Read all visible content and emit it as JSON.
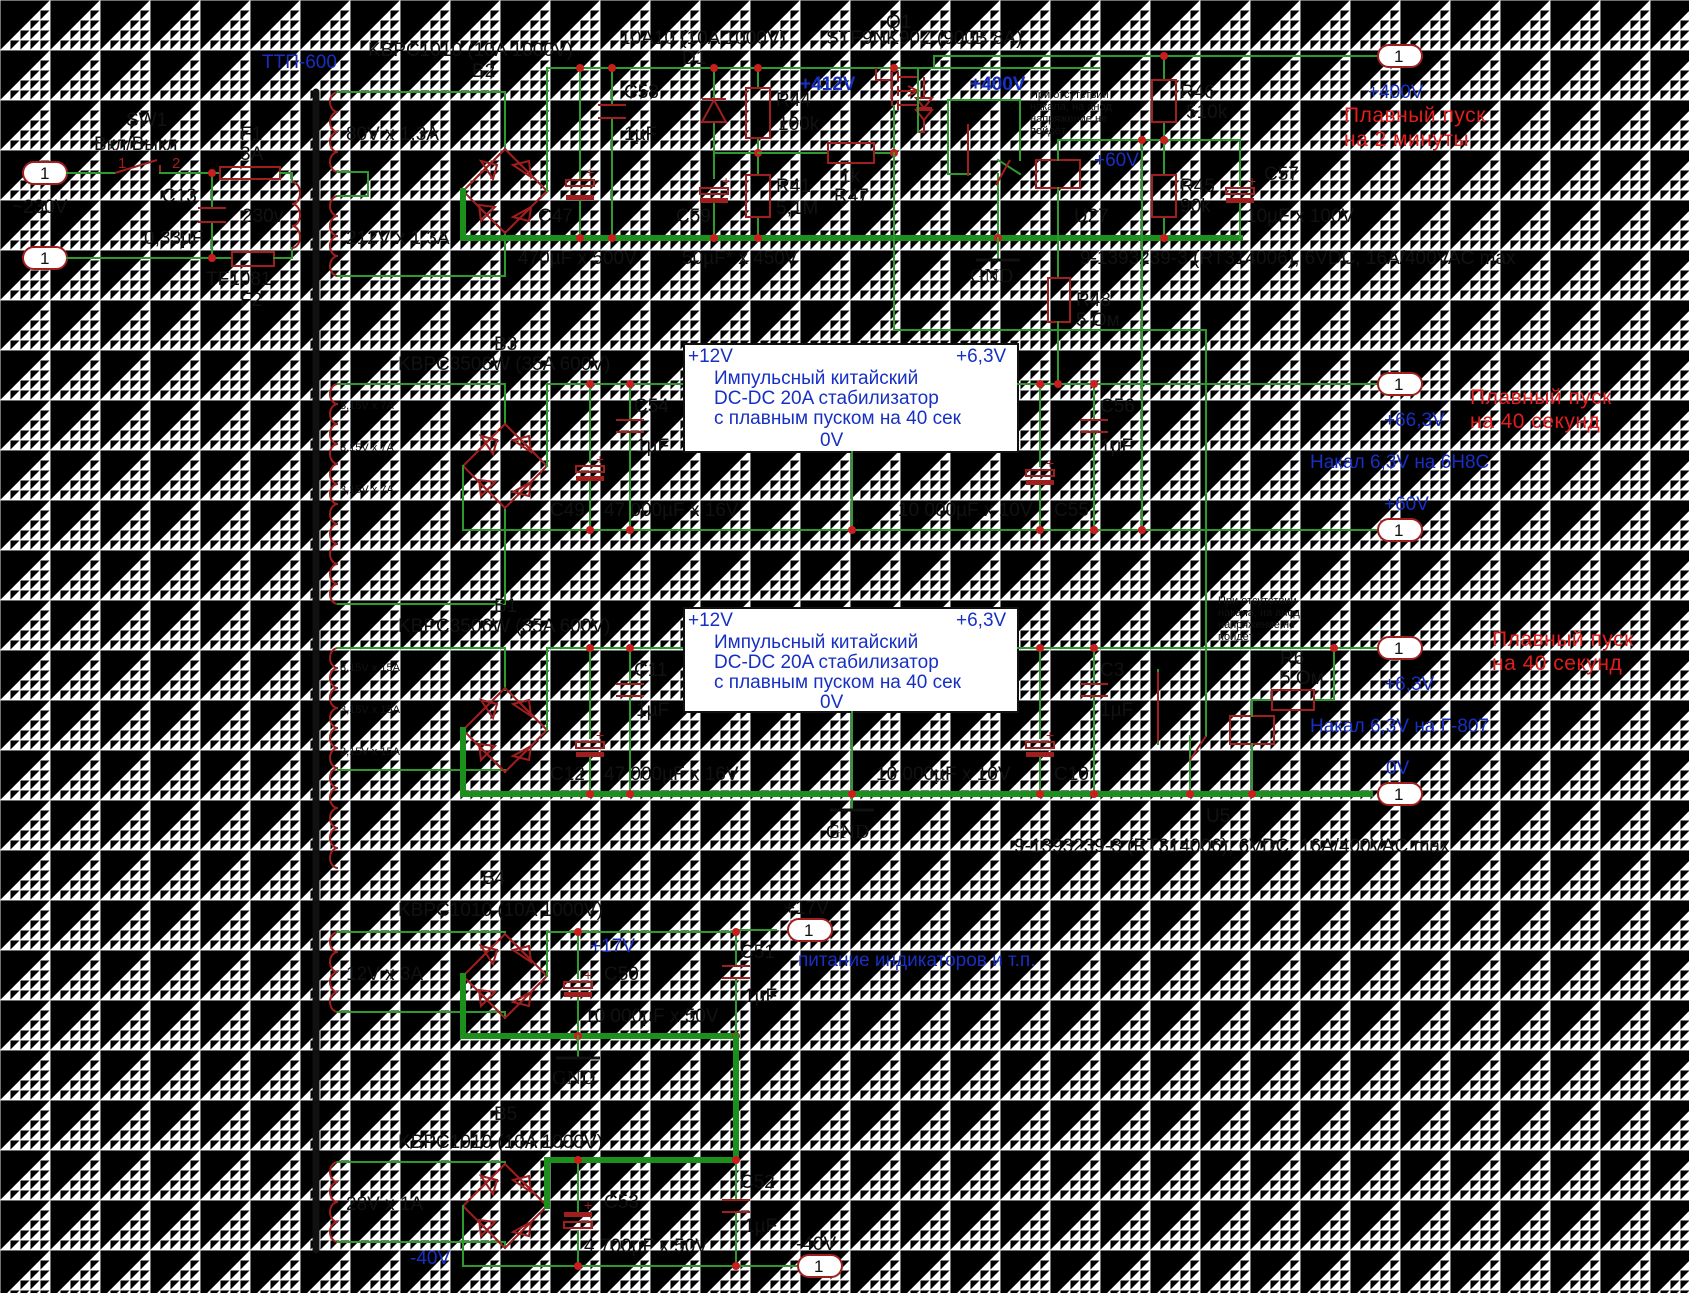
{
  "primary": {
    "mains": "~230V",
    "port": "1",
    "sw1_ref": "SW1",
    "sw1_name": "Вкл/Выкл",
    "sw1_pin1": "1",
    "sw1_pin2": "2",
    "f1_ref": "F1",
    "f1_val": "3A",
    "c13_ref": "C13",
    "c13_val": "0,33µF",
    "f2_part": "TF1081",
    "f2_ref": "F2",
    "prim_volt": "230v"
  },
  "transformer": {
    "name": "ТТП-600"
  },
  "hv": {
    "w80": "80V x 1,3A",
    "w212": "212V x 1,3A",
    "b2_ref": "B2",
    "b2_part": "KBPC1010 (10A 1000V)",
    "c47": "C47",
    "c47_val": "470µF x 500V",
    "c58": "C58",
    "c58_val": "1µF",
    "d1_part": "10A10 (10A 1000V)",
    "d1": "D1",
    "c59": "C59",
    "c59_val": "50µF* x 450V",
    "r44": "R44",
    "r44_val": "100k",
    "r41": "R41",
    "r41_val": "5,1M",
    "r47": "R47",
    "r47_val": "1k",
    "q1": "Q1",
    "q1_part": "STF9NK90Z (900В 8А)",
    "v412": "+412V",
    "v400": "+400V",
    "r46": "R46",
    "r46_val": "510k",
    "r45": "R45",
    "r45_val": "90k",
    "c57": "C57",
    "c57_val": "10µF x 100V",
    "v60": "+60V",
    "u27": "U27",
    "relay_part": "9-1393239-3 (RT314006), 6VDC, 16A/400VAC max",
    "r48": "R48",
    "r48_val": "5 Ом",
    "gnd": "GND",
    "note_small": [
      "При отсутствии",
      "накала, на анод",
      "напряжение не",
      "пойдёт"
    ],
    "out_port": "1",
    "out_v": "+400V",
    "note_red": [
      "Плавный пуск",
      "на 2 минуты"
    ]
  },
  "heater1": {
    "b3": "B3",
    "b3_part": "KBPC3506W (35A 600V)",
    "windings": [
      "3,15V x 7A",
      "3,15V x 7A",
      "3,15V x 7A"
    ],
    "c49": "C49",
    "c49_val": "47 000µF x 16V",
    "c54": "C54",
    "c54_val": "1µF",
    "dc_in": "+12V",
    "dc_out": "+6,3V",
    "dc_gnd": "0V",
    "dc_desc": [
      "Импульсный китайский",
      "DC-DC 20A стабилизатор",
      "с плавным пуском на 40 сек"
    ],
    "c55": "C55",
    "c55_val": "10 000µF x 10V",
    "c56": "C56",
    "c56_val": "1µF",
    "out1_port": "1",
    "out1_v": "+66,3V",
    "out2_v": "+60V",
    "out2_port": "1",
    "note": "Накал 6,3V на 6Н8С",
    "note_red": [
      "Плавный пуск",
      "на 40 секунд"
    ]
  },
  "heater2": {
    "b1": "B1",
    "b1_part": "KBPC3506W (35A 600V)",
    "windings": [
      "3,15V x 15A",
      "3,15V x 15A",
      "3,15V x 15A"
    ],
    "c12": "C12",
    "c12_val": "47 000µF x 16V",
    "c11": "C11",
    "c11_val": "1µF",
    "dc_in": "+12V",
    "dc_out": "+6,3V",
    "dc_gnd": "0V",
    "dc_desc": [
      "Импульсный китайский",
      "DC-DC 20A стабилизатор",
      "с плавным пуском на 40 сек"
    ],
    "c10": "C10",
    "c10_val": "10 000µF x 10V",
    "c3": "C3",
    "c3_val": "1µF",
    "r6": "R6",
    "r6_val": "5 Ом",
    "u5": "U5",
    "relay_part": "9-1393239-3 (RT314006), 6VDC, 16A/400VAC max",
    "gnd": "GND",
    "note_small": [
      "При отсутствии",
      "накала, на анод",
      "напряжение не",
      "пойдёт"
    ],
    "out1_port": "1",
    "out1_v": "+6,3V",
    "out2_v": "0V",
    "out2_port": "1",
    "note": "Накал 6,3V на Г-807",
    "note_red": [
      "Плавный пуск",
      "на 40 секунд"
    ]
  },
  "aux17": {
    "b4": "B4",
    "b4_part": "KBPC1010 (10A 1000V)",
    "winding": "12V x 3A",
    "v17": "+17V",
    "c50": "C50",
    "c50_val": "10 000µF x 50V",
    "c51": "C51",
    "c51_val": "1µF",
    "gnd": "GND",
    "out_v": "+17V",
    "out_port": "1",
    "note": "питание индикаторов и т.п."
  },
  "aux40": {
    "b5": "B5",
    "b5_part": "KBPC1010 (10A 1000V)",
    "winding": "28V x 1A",
    "c53": "C53",
    "c53_val": "4 700µF x 50V",
    "c52": "C52",
    "c52_val": "1µF",
    "vneg": "-40V",
    "out_v": "-40V",
    "out_port": "1"
  }
}
